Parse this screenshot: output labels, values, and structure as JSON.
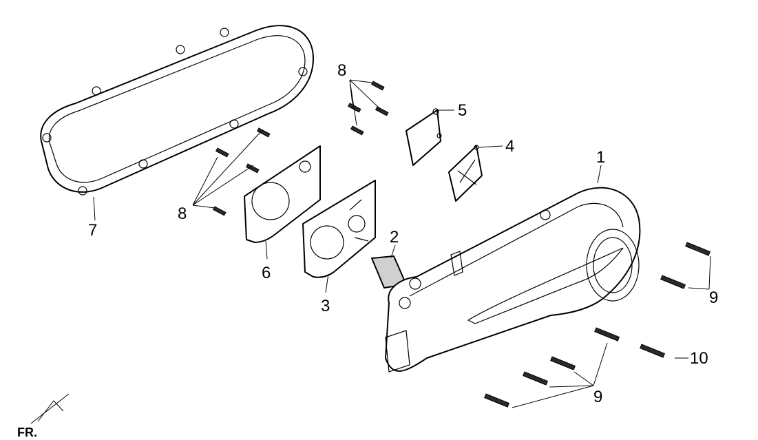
{
  "diagram": {
    "callouts": [
      {
        "id": "c1",
        "label": "1"
      },
      {
        "id": "c2",
        "label": "2"
      },
      {
        "id": "c3",
        "label": "3"
      },
      {
        "id": "c4",
        "label": "4"
      },
      {
        "id": "c5",
        "label": "5"
      },
      {
        "id": "c6",
        "label": "6"
      },
      {
        "id": "c7",
        "label": "7"
      },
      {
        "id": "c8a",
        "label": "8"
      },
      {
        "id": "c8b",
        "label": "8"
      },
      {
        "id": "c9a",
        "label": "9"
      },
      {
        "id": "c9b",
        "label": "9"
      },
      {
        "id": "c10",
        "label": "10"
      }
    ],
    "orientation_label": "FR."
  },
  "colors": {
    "line": "#000000",
    "background": "#ffffff",
    "shade": "#d0d0d0"
  }
}
